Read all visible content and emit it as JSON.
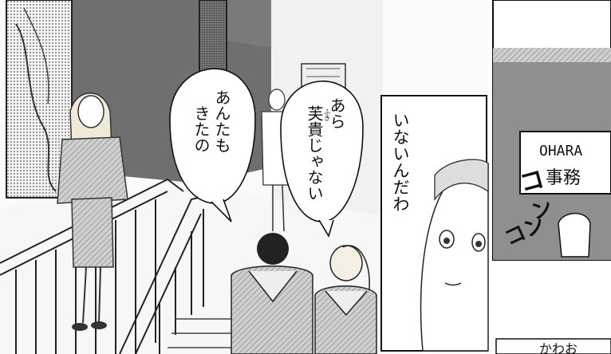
{
  "balloons": {
    "left_col1": "あんたも",
    "left_col2": "きたの",
    "center_col1": "あら",
    "center_col2": "芙貴じゃない",
    "center_ruby": "ふき",
    "narration": "いないんだわ"
  },
  "sign": {
    "line1": "OHARA",
    "line2": "事務"
  },
  "sfx": {
    "knock1": "コ",
    "knock2": "ン",
    "knock3": "コン"
  },
  "bottom_caption": "かわお"
}
